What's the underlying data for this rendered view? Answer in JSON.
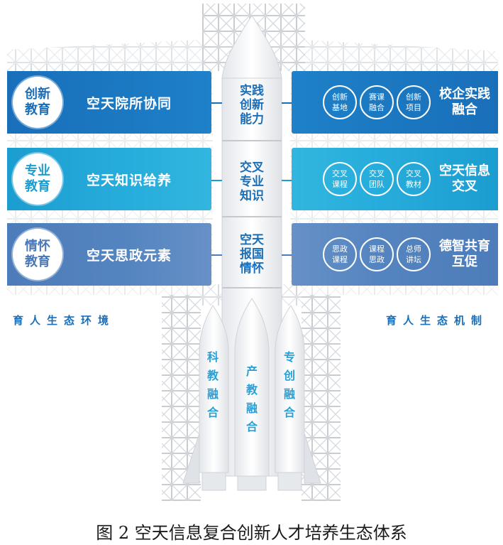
{
  "rocket": {
    "segments": [
      "实践\n创新\n能力",
      "交叉\n专业\n知识",
      "空天\n报国\n情怀"
    ],
    "boosters": [
      "科\n教\n融\n合",
      "产\n教\n融\n合",
      "专\n创\n融\n合"
    ]
  },
  "left_bands": [
    {
      "circle": "创新\n教育",
      "text": "空天院所协同"
    },
    {
      "circle": "专业\n教育",
      "text": "空天知识给养"
    },
    {
      "circle": "情怀\n教育",
      "text": "空天思政元素"
    }
  ],
  "right_bands": [
    {
      "circles": [
        "创新\n基地",
        "赛课\n融合",
        "创新\n项目"
      ],
      "label": "校企实践\n融合"
    },
    {
      "circles": [
        "交叉\n课程",
        "交叉\n团队",
        "交叉\n教材"
      ],
      "label": "空天信息\n交叉"
    },
    {
      "circles": [
        "思政\n课程",
        "课程\n思政",
        "总师\n讲坛"
      ],
      "label": "德智共育\n互促"
    }
  ],
  "bottom_left": "育人生态环境",
  "bottom_right": "育人生态机制",
  "caption": "图 2  空天信息复合创新人才培养生态体系",
  "colors": {
    "band1": "#1a6fb9",
    "band2": "#1c9dd0",
    "band3": "#4d7cba",
    "rocket_text": "#1a6fb9",
    "booster_text": "#2a9fd6"
  }
}
